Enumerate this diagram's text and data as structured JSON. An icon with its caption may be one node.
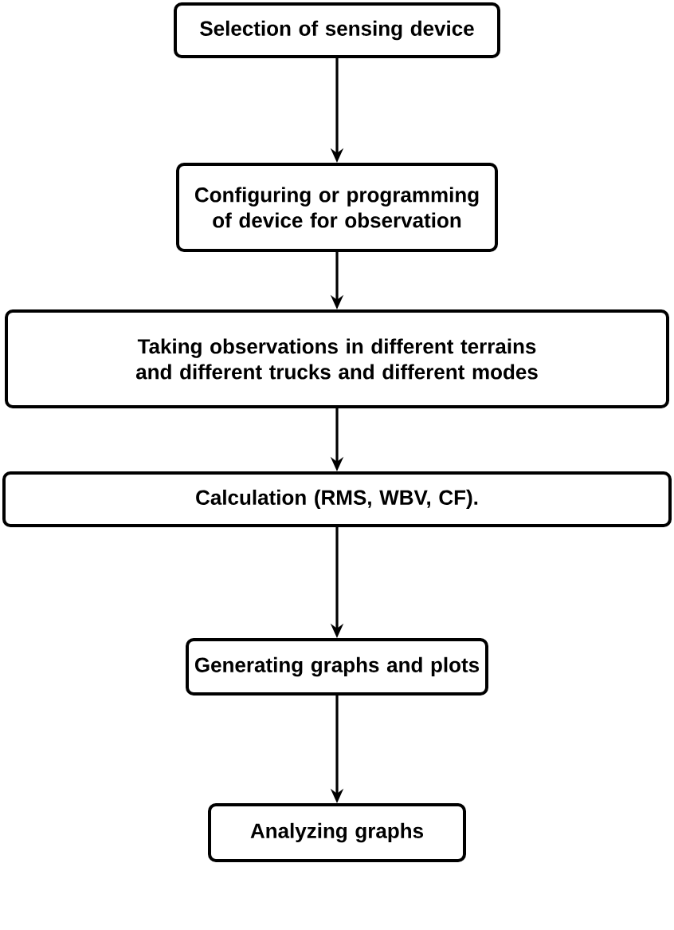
{
  "diagram": {
    "nodes": [
      {
        "text": [
          "Selection of sensing device"
        ]
      },
      {
        "text": [
          "Configuring or programming of device for observation"
        ]
      },
      {
        "text": [
          "Taking observations in different terrains and different trucks and different modes"
        ]
      },
      {
        "text": [
          "Calculation (RMS, WBV, CF)."
        ]
      },
      {
        "text": [
          "Generating graphs and plots"
        ]
      },
      {
        "text": [
          "Analyzing graphs"
        ]
      }
    ],
    "edges": [
      {
        "from": 0,
        "to": 1,
        "arrow": "to"
      },
      {
        "from": 1,
        "to": 2,
        "arrow": "to"
      },
      {
        "from": 2,
        "to": 3,
        "arrow": "to"
      },
      {
        "from": 3,
        "to": 4,
        "arrow": "to"
      },
      {
        "from": 4,
        "to": 5,
        "arrow": "to"
      }
    ]
  }
}
